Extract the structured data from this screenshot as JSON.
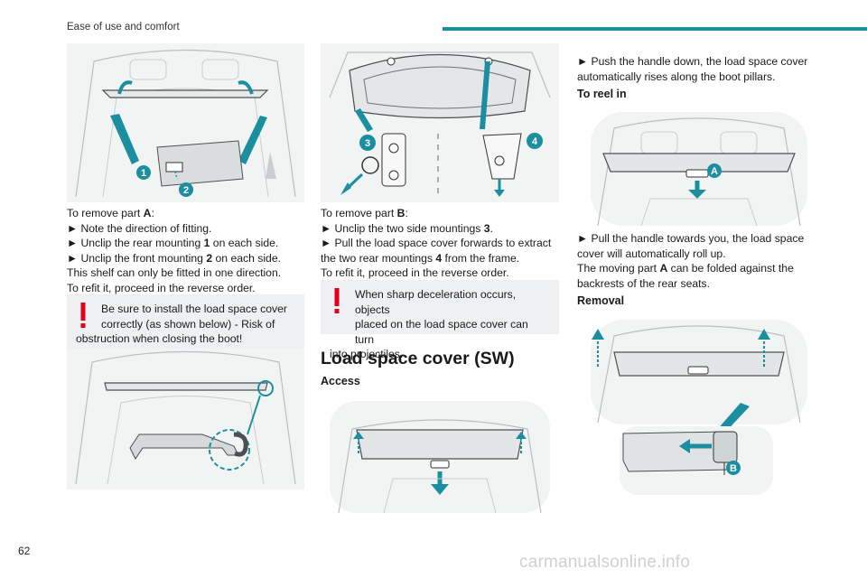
{
  "header": {
    "title": "Ease of use and comfort"
  },
  "page_number": "62",
  "watermark": "carmanualsonline.info",
  "colors": {
    "accent": "#1b8fa0",
    "warning": "#e2001a",
    "callout_bg": "#eef0f1"
  },
  "col1": {
    "remove_a": {
      "intro_prefix": "To remove part ",
      "intro_part": "A",
      "intro_suffix": ":",
      "step1": "► Note the direction of fitting.",
      "step2_prefix": "► Unclip the rear mounting ",
      "step2_num": "1",
      "step2_suffix": " on each side.",
      "step3_prefix": "► Unclip the front mounting ",
      "step3_num": "2",
      "step3_suffix": " on each side.",
      "line4": "This shelf can only be fitted in one direction.",
      "line5": "To refit it, proceed in the reverse order."
    },
    "warning": {
      "line1": "Be sure to install the load space cover",
      "line2": "correctly (as shown below) - Risk of",
      "line3": "obstruction when closing the boot!"
    },
    "fig1_labels": [
      "1",
      "2"
    ]
  },
  "col2": {
    "fig_labels": [
      "3",
      "4"
    ],
    "remove_b": {
      "intro_prefix": "To remove part ",
      "intro_part": "B",
      "intro_suffix": ":",
      "step1_prefix": "► Unclip the two side mountings ",
      "step1_num": "3",
      "step1_suffix": ".",
      "step2_line1": "► Pull the load space cover forwards to extract",
      "step2_prefix": "the two rear mountings ",
      "step2_num": "4",
      "step2_suffix": " from the frame.",
      "line4": "To refit it, proceed in the reverse order."
    },
    "warning": {
      "line1": "When sharp deceleration occurs, objects",
      "line2": "placed on the load space cover can turn",
      "line3": "into projectiles."
    },
    "section_title": "Load space cover (SW)",
    "access_title": "Access"
  },
  "col3": {
    "push_line1": "► Push the handle down, the load space cover",
    "push_line2": "automatically rises along the boot pillars.",
    "reel_title": "To reel in",
    "fig_a_label": "A",
    "pull_line1": "► Pull the handle towards you, the load space",
    "pull_line2": "cover will automatically roll up.",
    "moving_prefix": "The moving part ",
    "moving_part": "A",
    "moving_suffix": " can be folded against the",
    "moving_line2": "backrests of the rear seats.",
    "removal_title": "Removal",
    "fig_b_label": "B"
  }
}
